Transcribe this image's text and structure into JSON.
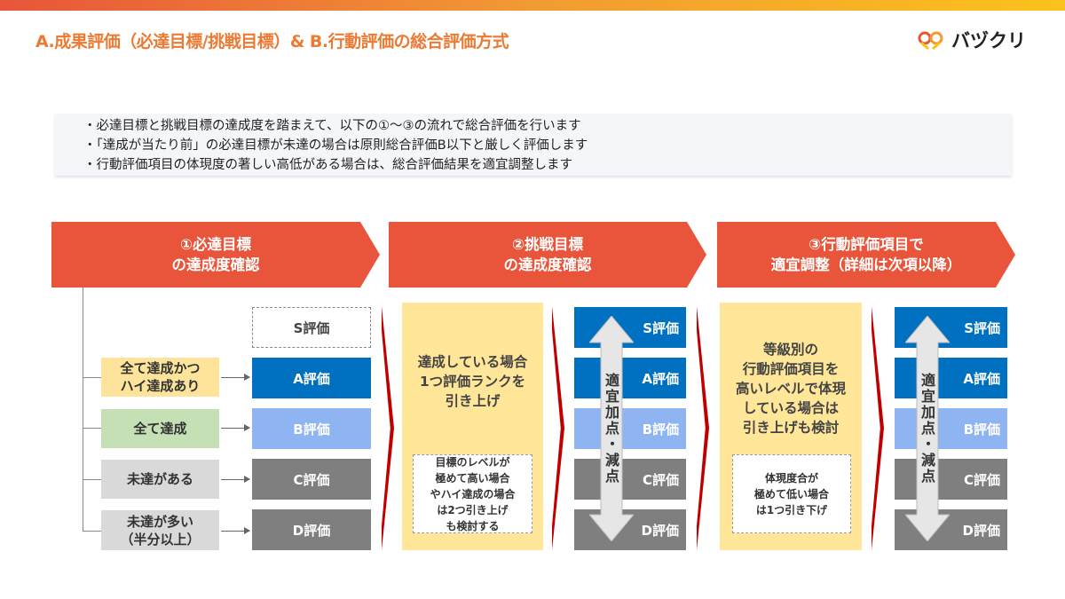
{
  "title": "A.成果評価（必達目標/挑戦目標）& B.行動評価の総合評価方式",
  "logo": {
    "text": "バヅクリ",
    "icon": "logo-icon",
    "colors": [
      "#e8553a",
      "#fcc21b"
    ]
  },
  "bullets": [
    "・必達目標と挑戦目標の達成度を踏まえて、以下の①～③の流れで総合評価を行います",
    "・「達成が当たり前」の必達目標が未達の場合は原則総合評価B以下と厳しく評価します",
    "・行動評価項目の体現度の著しい高低がある場合は、総合評価結果を適宜調整します"
  ],
  "steps": [
    {
      "line1": "①必達目標",
      "line2": "の達成度確認"
    },
    {
      "line1": "②挑戦目標",
      "line2": "の達成度確認"
    },
    {
      "line1": "③行動評価項目で",
      "line2": "適宜調整（詳細は次項以降）"
    }
  ],
  "conditions": [
    {
      "line1": "全て達成かつ",
      "line2": "ハイ達成あり"
    },
    {
      "line1": "全て達成",
      "line2": ""
    },
    {
      "line1": "未達がある",
      "line2": ""
    },
    {
      "line1": "未達が多い",
      "line2": "（半分以上）"
    }
  ],
  "ratings": [
    "S評価",
    "A評価",
    "B評価",
    "C評価",
    "D評価"
  ],
  "step2": {
    "main": [
      "達成している場合",
      "1つ評価ランクを",
      "引き上げ"
    ],
    "note": [
      "目標のレベルが",
      "極めて高い場合",
      "やハイ達成の場合",
      "は2つ引き上げ",
      "も検討する"
    ]
  },
  "step3": {
    "main": [
      "等級別の",
      "行動評価項目を",
      "高いレベルで体現",
      "している場合は",
      "引き上げも検討"
    ],
    "note": [
      "体現度合が",
      "極めて低い場合",
      "は1つ引き下げ"
    ]
  },
  "adjust_label": "適宜加点・減点",
  "colors": {
    "accent": "#e8553a",
    "blue": "#0070c0",
    "lightblue": "#8fb4f2",
    "gray": "#7f7f7f",
    "yellow": "#ffe699",
    "darkred": "#c00000"
  }
}
